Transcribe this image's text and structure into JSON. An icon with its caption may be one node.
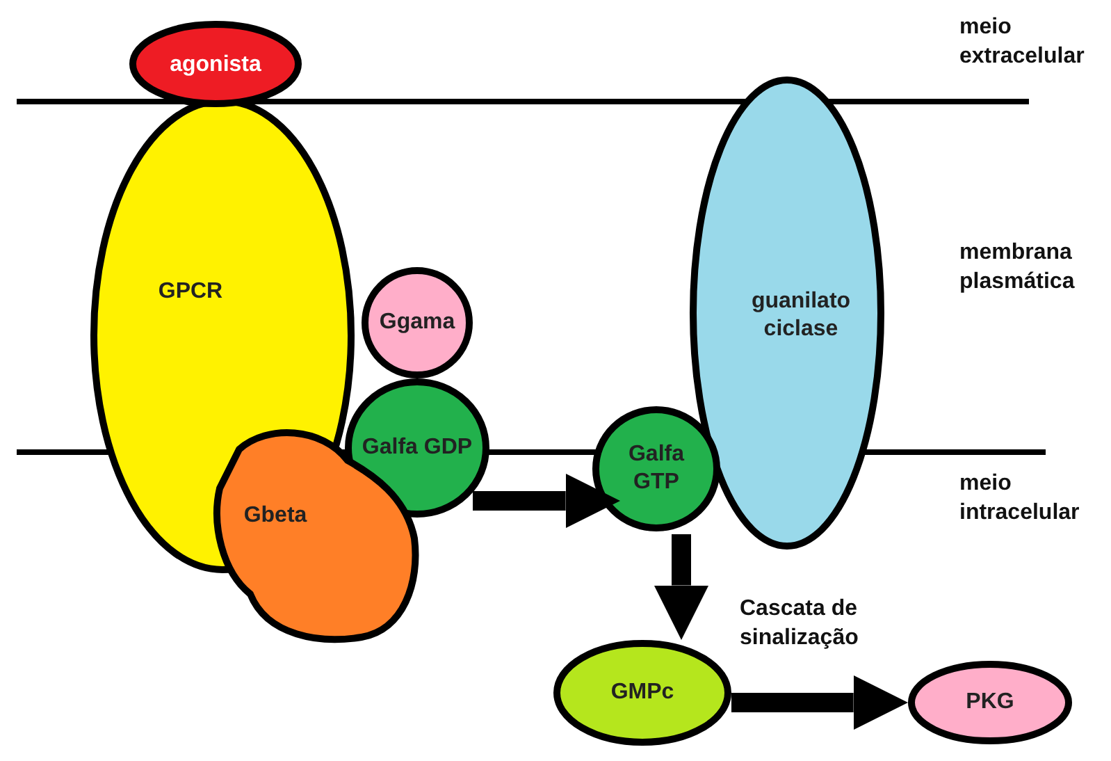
{
  "diagram": {
    "nodes": [
      {
        "text": [
          "agonista"
        ]
      },
      {
        "text": [
          "GPCR"
        ]
      },
      {
        "text": [
          "Ggama"
        ]
      },
      {
        "text": [
          "Galfa GDP"
        ]
      },
      {
        "text": [
          "Gbeta"
        ]
      },
      {
        "text": [
          "Galfa GTP"
        ]
      },
      {
        "text": [
          "guanilato ciclase"
        ]
      },
      {
        "text": [
          "GMPc"
        ]
      },
      {
        "text": [
          "PKG"
        ]
      }
    ],
    "edges": [
      {
        "from": 3,
        "to": 5,
        "arrow": "to"
      },
      {
        "from": 5,
        "to": 7,
        "arrow": "to"
      },
      {
        "from": 7,
        "to": 8,
        "arrow": "to",
        "label": "Cascata de sinalização"
      }
    ],
    "labels": [
      "meio extracelular",
      "membrana plasmática",
      "meio intracelular"
    ]
  }
}
